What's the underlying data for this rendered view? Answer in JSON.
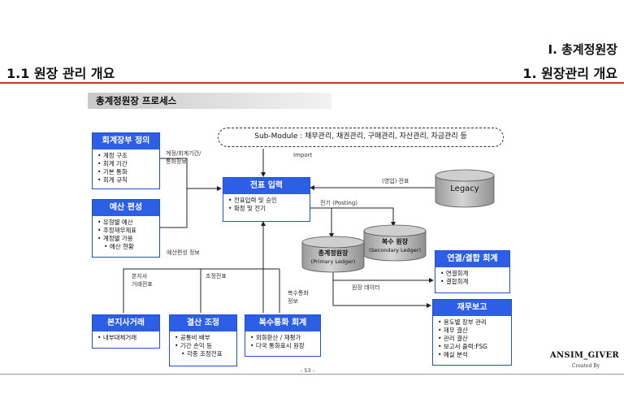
{
  "header": {
    "chapter": "I. 총계정원장",
    "left_title": "1.1 원장 관리 개요",
    "right_title": "1. 원장관리 개요",
    "section": "총계정원장 프로세스"
  },
  "submodule": "Sub-Module : 채무관리, 채권관리, 구매관리, 자산관리, 자금관리 등",
  "boxes": {
    "account_def": {
      "title": "회계장부 정의",
      "items": [
        "계정 구조",
        "회계 기간",
        "기본 통화",
        "회계 규칙"
      ]
    },
    "budget": {
      "title": "예산 편성",
      "items": [
        "유형별 예산",
        "추정재무제표",
        "계정별 가용",
        "예산 현황"
      ]
    },
    "entry": {
      "title": "전표 입력",
      "items": [
        "전표입력 및 승인",
        "확정 및 전기"
      ]
    },
    "consolidation": {
      "title": "연결/결합 회계",
      "items": [
        "연결회계",
        "결합회계"
      ]
    },
    "financial_report": {
      "title": "재무보고",
      "items": [
        "용도별 장부 관리",
        "재무 결산",
        "관리 결산",
        "보고서 출력:FSG",
        "예실 분석"
      ]
    },
    "branch": {
      "title": "본지사거래",
      "items": [
        "내부대체거래"
      ]
    },
    "closing": {
      "title": "결산 조정",
      "items": [
        "공통비 배부",
        "기간 손익 등",
        "각종 조정전표"
      ]
    },
    "multicurrency": {
      "title": "복수통화 회계",
      "items": [
        "외화환산 / 재평가",
        "다국 통화표시 원장"
      ]
    }
  },
  "cylinders": {
    "legacy": "Legacy",
    "primary_title": "총계정원장",
    "primary_sub": "(Primary Ledger)",
    "secondary_title": "복수 원장",
    "secondary_sub": "(Secondary Ledger)"
  },
  "labels": {
    "import": "Import",
    "account_period": "계정/회계기간/",
    "currency_info": "통화정보",
    "business_slip": "(영업) 전표",
    "posting": "전기 (Posting)",
    "budget_info": "예산편성 정보",
    "branch_slip1": "본지사",
    "branch_slip2": "거래전표",
    "adjust_slip": "조정전표",
    "mc_info1": "복수통화",
    "mc_info2": "정보",
    "ledger_data": "원장 데이터"
  },
  "footer": {
    "page": "- 53 -",
    "brand": "ANSIM_GIVER",
    "created": "Created By"
  },
  "colors": {
    "accent": "#2d5ee6",
    "rule": "#c0392b",
    "cylinder": "#b8b8b8"
  }
}
